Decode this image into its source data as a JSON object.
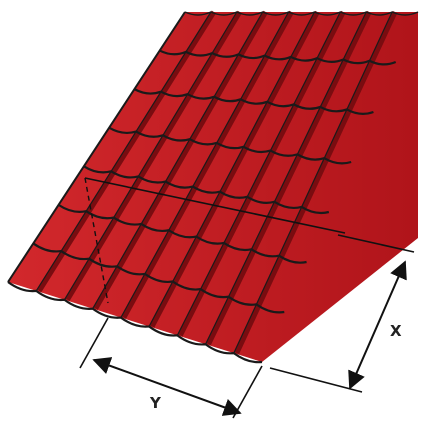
{
  "diagram": {
    "subject": "roof-tile-sheet",
    "colors": {
      "sheet": "#b0141a",
      "sheet_shadow": "#7a0c10",
      "sheet_highlight": "#d2282c",
      "outline": "#1a1a1a",
      "dimension": "#111111"
    },
    "dimensions": {
      "x_label": "X",
      "y_label": "Y"
    }
  }
}
